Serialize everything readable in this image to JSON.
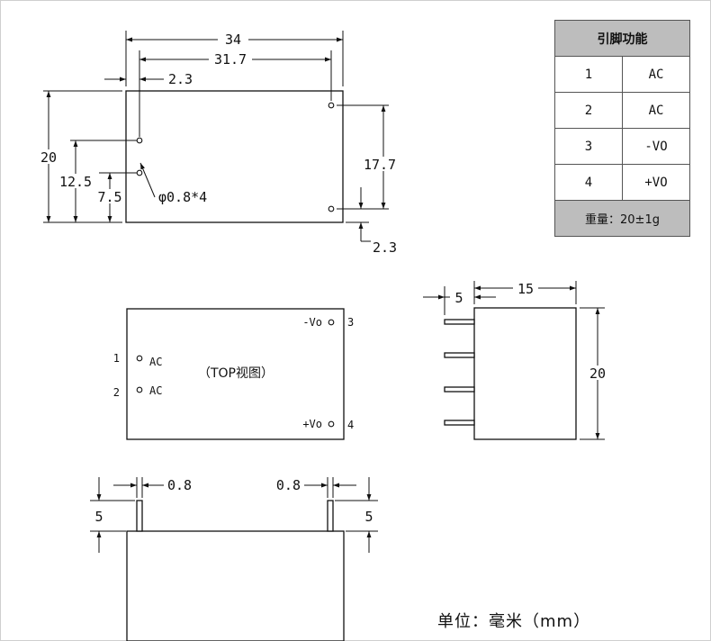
{
  "pin_table": {
    "header": "引脚功能",
    "rows": [
      {
        "pin": "1",
        "function": "AC"
      },
      {
        "pin": "2",
        "function": "AC"
      },
      {
        "pin": "3",
        "function": "-VO"
      },
      {
        "pin": "4",
        "function": "+VO"
      }
    ],
    "weight": "重量：20±1g"
  },
  "bottom_view": {
    "width_total": "34",
    "pin_span": "31.7",
    "left_offset": "2.3",
    "height": "20",
    "pin1_height": "12.5",
    "pin2_height": "7.5",
    "pin_diameter": "φ0.8*4",
    "right_pin_span": "17.7",
    "right_offset": "2.3"
  },
  "top_view": {
    "label": "（TOP视图）",
    "pins": [
      {
        "number": "1",
        "name": "AC"
      },
      {
        "number": "2",
        "name": "AC"
      },
      {
        "number": "3",
        "name": "-Vo"
      },
      {
        "number": "4",
        "name": "+Vo"
      }
    ]
  },
  "side_view": {
    "pin_length": "5",
    "depth": "15",
    "height": "20"
  },
  "front_view": {
    "left_pin_width": "0.8",
    "right_pin_width": "0.8",
    "left_pin_length": "5",
    "right_pin_length": "5"
  },
  "units_note": "单位：毫米（mm）"
}
